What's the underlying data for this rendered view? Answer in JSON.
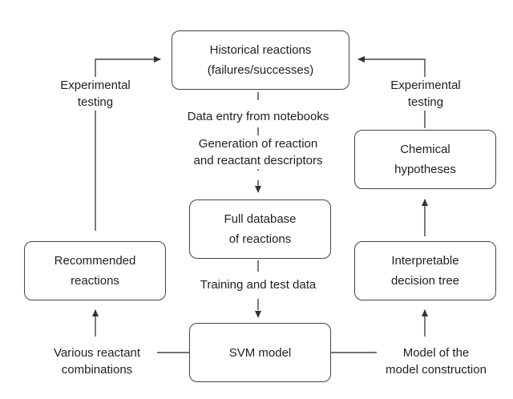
{
  "nodes": {
    "historical": "Historical reactions\n(failures/successes)",
    "full_db": "Full database\nof reactions",
    "svm": "SVM model",
    "recommended": "Recommended\nreactions",
    "chemical": "Chemical\nhypotheses",
    "decision_tree": "Interpretable\ndecision tree"
  },
  "labels": {
    "exp_testing_left": "Experimental\ntesting",
    "exp_testing_right": "Experimental\ntesting",
    "data_entry": "Data entry from notebooks",
    "generation": "Generation of reaction\nand reactant descriptors",
    "training": "Training and test data",
    "various": "Various reactant\ncombinations",
    "model_of_model": "Model of the\nmodel construction"
  },
  "colors": {
    "stroke": "#444444",
    "text": "#1f1f1f"
  }
}
